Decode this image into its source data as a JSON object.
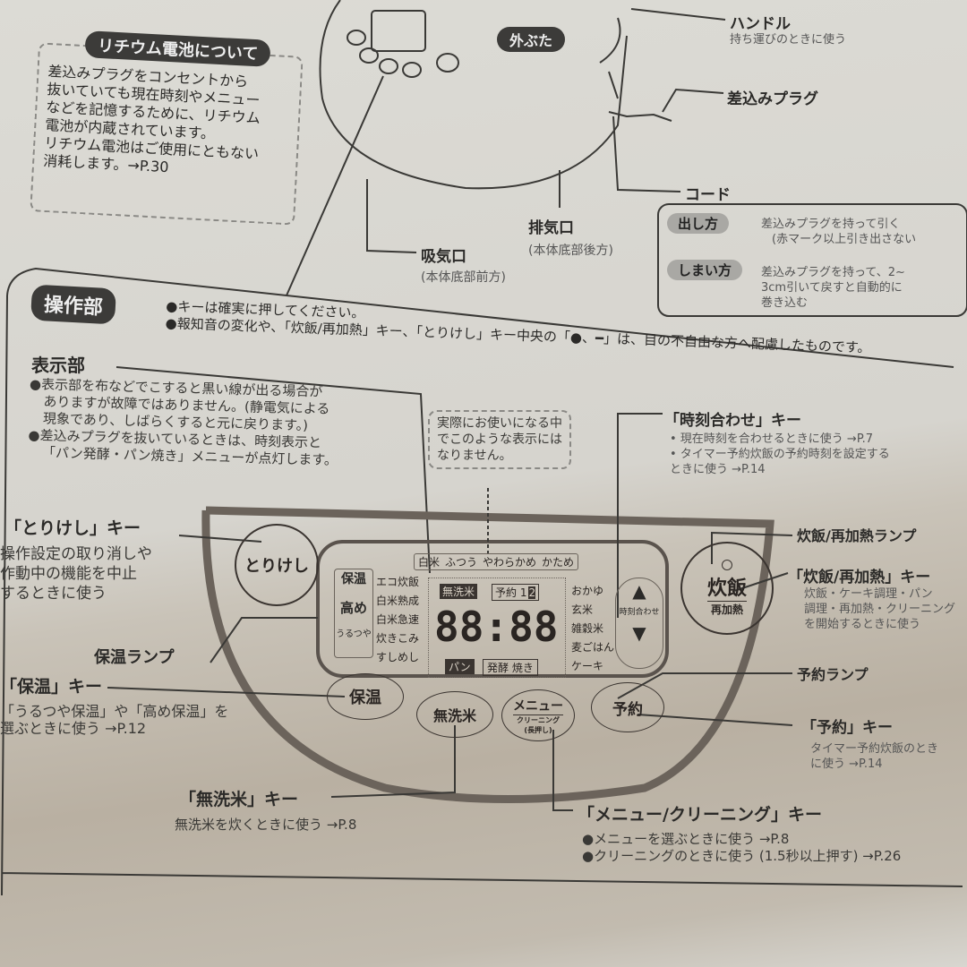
{
  "battery_note": {
    "title": "リチウム電池について",
    "lines": [
      "差込みプラグをコンセントから",
      "抜いていても現在時刻やメニュー",
      "などを記憶するために、リチウム",
      "電池が内蔵されています。",
      "リチウム電池はご使用にともない",
      "消耗します。→P.30"
    ]
  },
  "parts": {
    "outer_lid": "外ぶた",
    "handle": {
      "label": "ハンドル",
      "desc": "持ち運びのときに使う"
    },
    "plug": "差込みプラグ",
    "cord": "コード",
    "intake": {
      "label": "吸気口",
      "sub": "(本体底部前方)"
    },
    "exhaust": {
      "label": "排気口",
      "sub": "(本体底部後方)"
    }
  },
  "cord_box": {
    "out": {
      "label": "出し方",
      "lines": [
        "差込みプラグを持って引く",
        "(赤マーク以上引き出さない"
      ]
    },
    "stow": {
      "label": "しまい方",
      "lines": [
        "差込みプラグを持って、2~",
        "3cm引いて戻すと自動的に",
        "巻き込む"
      ]
    }
  },
  "operation": {
    "title": "操作部",
    "notes": [
      "●キーは確実に押してください。",
      "●報知音の変化や、「炊飯/再加熱」キー、「とりけし」キー中央の「●、━」は、目の不自由な方へ配慮したものです。"
    ]
  },
  "display": {
    "title": "表示部",
    "notes": [
      "●表示部を布などでこすると黒い線が出る場合が",
      "ありますが故障ではありません。(静電気による",
      "現象であり、しばらくすると元に戻ります。)",
      "●差込みプラグを抜いているときは、時刻表示と",
      "「パン発酵・パン焼き」メニューが点灯します。"
    ],
    "dashed_note": [
      "実際にお使いになる中",
      "でこのような表示には",
      "なりません。"
    ]
  },
  "callouts": {
    "torikeshi": {
      "label": "「とりけし」キー",
      "lines": [
        "操作設定の取り消しや",
        "作動中の機能を中止",
        "するときに使う"
      ]
    },
    "hoon_lamp": "保温ランプ",
    "hoon_key": {
      "label": "「保温」キー",
      "lines": [
        "「うるつや保温」や「高め保温」を",
        "選ぶときに使う →P.12"
      ]
    },
    "musenmai_key": {
      "label": "「無洗米」キー",
      "desc": "無洗米を炊くときに使う →P.8"
    },
    "menu_key": {
      "label": "「メニュー/クリーニング」キー",
      "lines": [
        "●メニューを選ぶときに使う →P.8",
        "●クリーニングのときに使う (1.5秒以上押す) →P.26"
      ]
    },
    "clock_key": {
      "label": "「時刻合わせ」キー",
      "lines": [
        "• 現在時刻を合わせるときに使う →P.7",
        "• タイマー予約炊飯の予約時刻を設定する",
        "  ときに使う →P.14"
      ]
    },
    "suihan_lamp": "炊飯/再加熱ランプ",
    "suihan_key": {
      "label": "「炊飯/再加熱」キー",
      "lines": [
        "炊飯・ケーキ調理・パン",
        "調理・再加熱・クリーニング",
        "を開始するときに使う"
      ]
    },
    "yoyaku_lamp": "予約ランプ",
    "yoyaku_key": {
      "label": "「予約」キー",
      "lines": [
        "タイマー予約炊飯のとき",
        "に使う →P.14"
      ]
    }
  },
  "panel": {
    "torikeshi": "とりけし",
    "suihan": "炊飯",
    "saikanetsu": "再加熱",
    "hoon": "保温",
    "musenmai": "無洗米",
    "menu": "メニュー",
    "cleaning": "クリーニング",
    "long_press": "(長押し)",
    "yoyaku": "予約",
    "clock_adjust": "時刻合わせ",
    "keep_warm_box": {
      "title": "保温",
      "high": "高め",
      "uruutsuya": "うるつや"
    },
    "rice_texture": [
      "白米",
      "ふつう",
      "やわらかめ",
      "かため"
    ],
    "left_menu": [
      "エコ炊飯",
      "白米熟成",
      "白米急速",
      "炊きこみ",
      "すしめし"
    ],
    "right_menu": [
      "おかゆ",
      "玄米",
      "雑穀米",
      "麦ごはん",
      "ケーキ"
    ],
    "badge_musenmai": "無洗米",
    "badge_yoyaku": "予約",
    "timer_1": "1",
    "timer_2": "2",
    "time": "88:88",
    "bread": "パン",
    "ferment_bake": "発酵 焼き"
  }
}
